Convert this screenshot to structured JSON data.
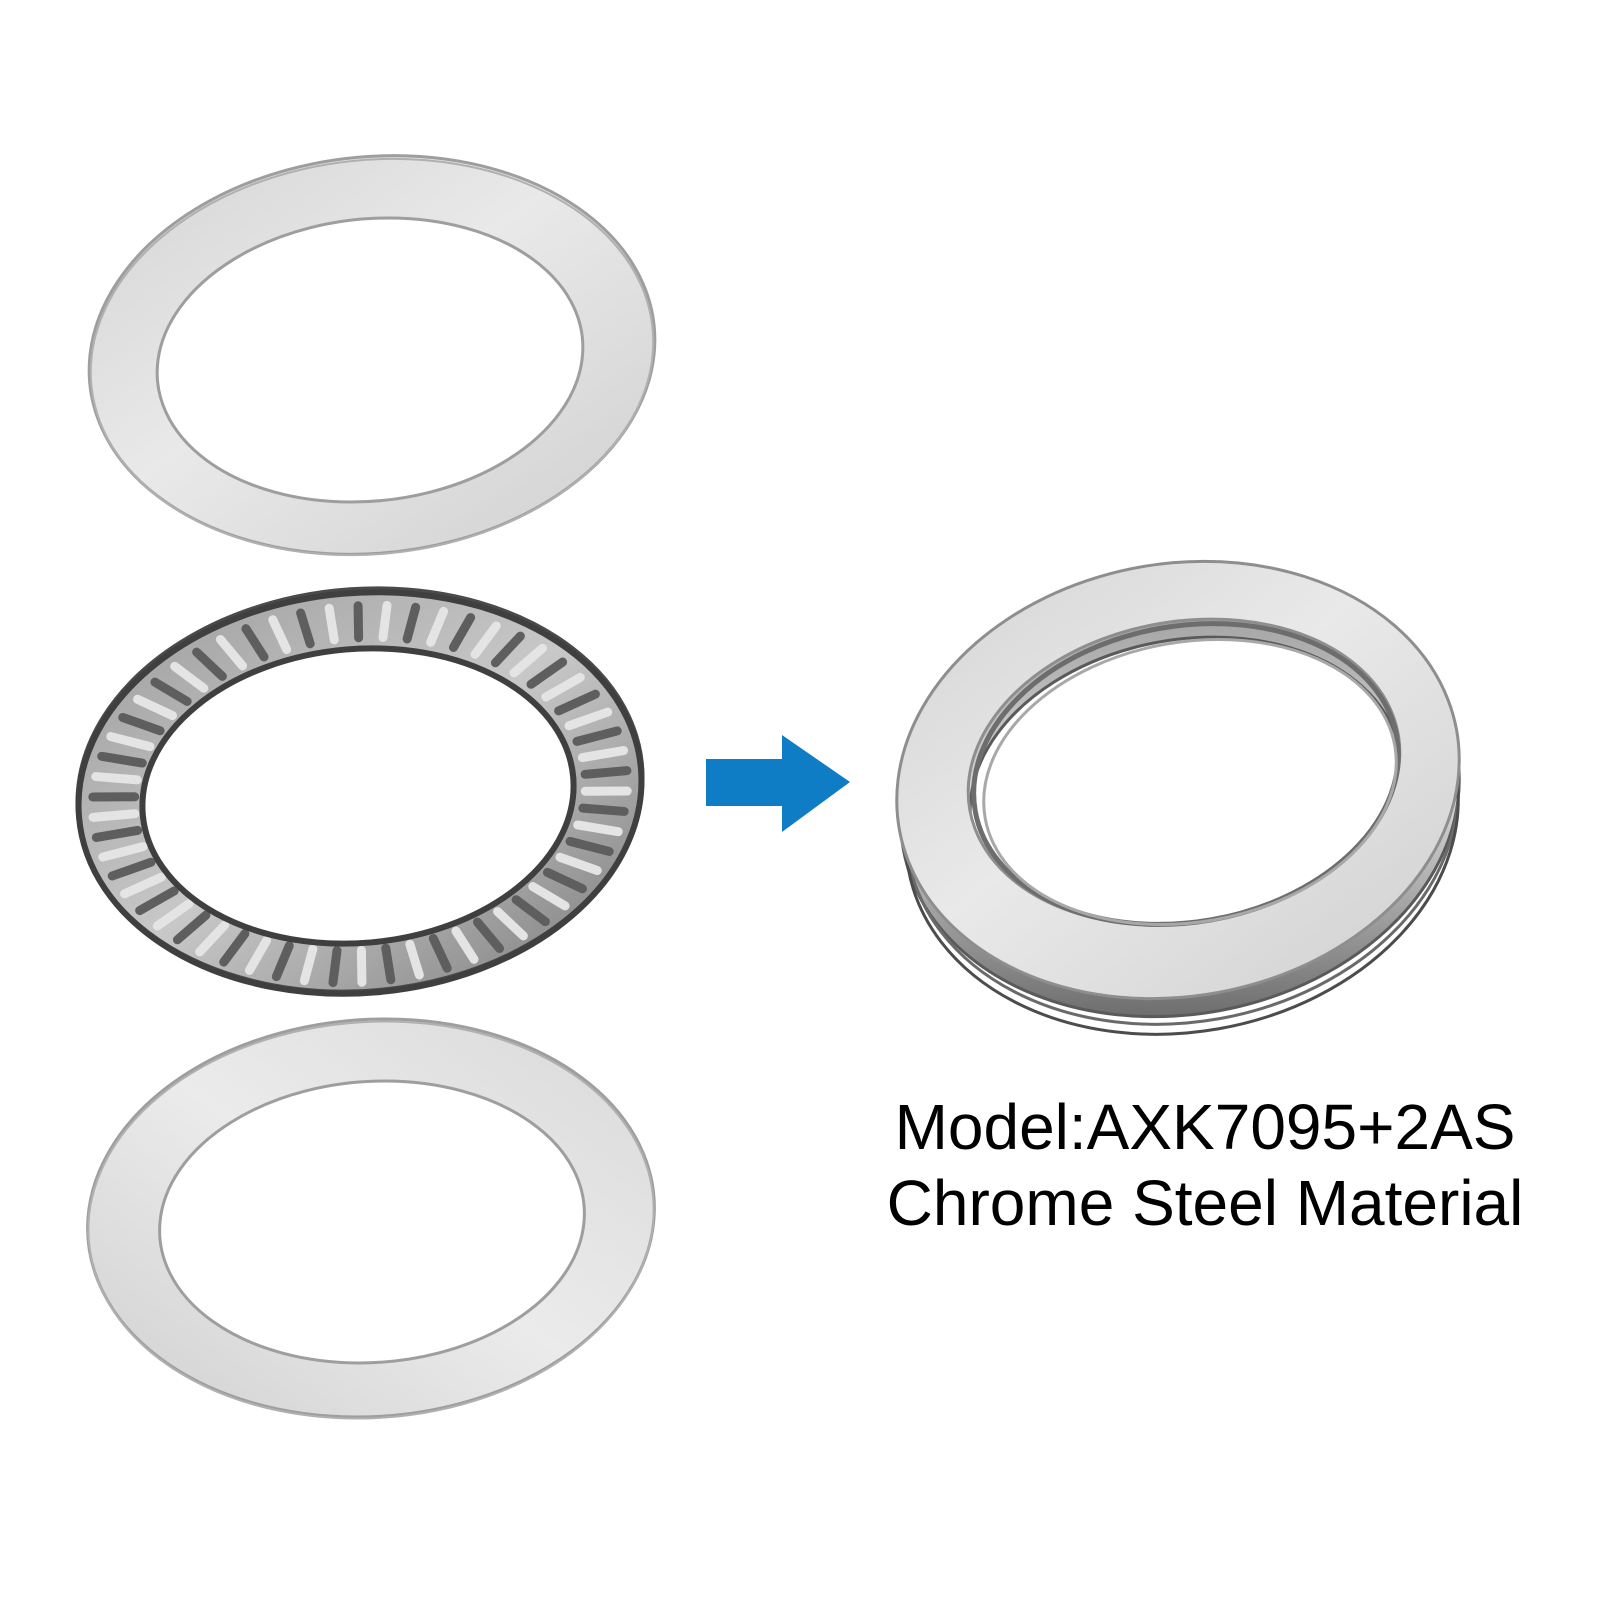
{
  "product": {
    "model_text": "Model:AXK7095+2AS",
    "material_text": "Chrome Steel Material"
  },
  "parts": {
    "top_washer": "flat-washer",
    "cage": "needle-roller-cage",
    "bottom_washer": "flat-washer",
    "assembled": "assembled-thrust-bearing"
  },
  "icons": {
    "arrow": "right-arrow-icon"
  },
  "colors": {
    "background": "#ffffff",
    "arrow": "#0f7cc6",
    "steel_light": "#e2e2e2",
    "steel_mid": "#bdbdbd",
    "steel_dark": "#5a5a5a",
    "text": "#000000"
  }
}
